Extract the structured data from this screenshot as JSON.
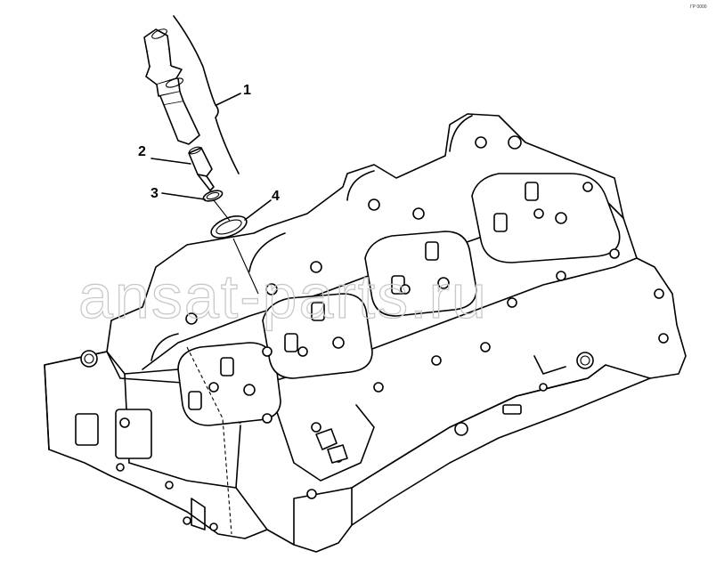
{
  "callouts": [
    {
      "number": "1",
      "part": "injector"
    },
    {
      "number": "2",
      "part": "nozzle"
    },
    {
      "number": "3",
      "part": "small-seal-ring"
    },
    {
      "number": "4",
      "part": "large-seal-ring"
    }
  ],
  "watermark": "ansat-parts.ru",
  "corner_code": "ГР 0000",
  "colors": {
    "line": "#000000",
    "background": "#ffffff",
    "watermark": "#c8c8c8"
  }
}
